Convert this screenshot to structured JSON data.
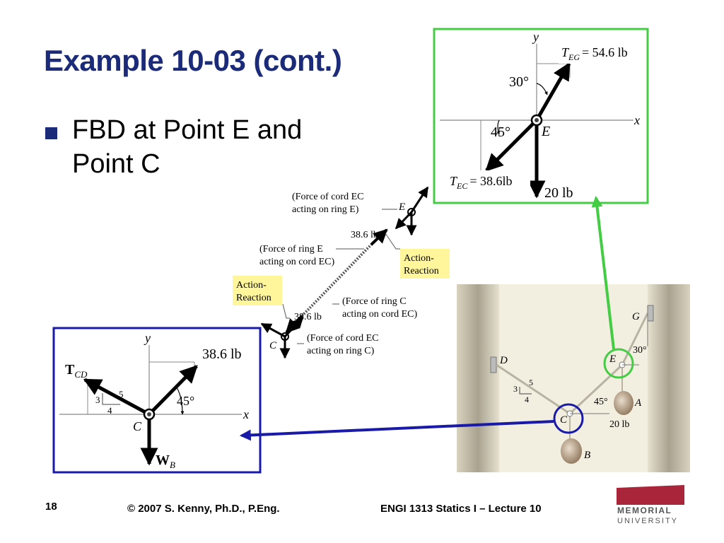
{
  "slide": {
    "title": "Example 10-03 (cont.)",
    "bullet_line1": "FBD at Point E and",
    "bullet_line2": "Point C"
  },
  "footer": {
    "page_number": "18",
    "copyright": "© 2007 S. Kenny, Ph.D., P.Eng.",
    "course": "ENGI 1313 Statics I – Lecture 10"
  },
  "logo": {
    "line1": "MEMORIAL",
    "line2": "UNIVERSITY"
  },
  "fbd_e": {
    "axis_y": "y",
    "axis_x": "x",
    "point": "E",
    "angle_top": "30°",
    "angle_left": "45°",
    "teg_symbol": "T",
    "teg_sub": "EG",
    "teg_value": "= 54.6 lb",
    "tec_symbol": "T",
    "tec_sub": "EC",
    "tec_value": "= 38.6lb",
    "weight": "20 lb"
  },
  "fbd_c": {
    "axis_y": "y",
    "axis_x": "x",
    "point": "C",
    "tcd_symbol": "T",
    "tcd_sub": "CD",
    "force_label": "38.6 lb",
    "angle": "45°",
    "slope_3": "3",
    "slope_4": "4",
    "slope_5": "5",
    "wb_symbol": "W",
    "wb_sub": "B"
  },
  "middle": {
    "cord_on_e_1": "(Force of cord EC",
    "cord_on_e_2": "acting on ring E)",
    "e_label": "E",
    "top_force": "38.6 lb",
    "ring_e_1": "(Force of ring E",
    "ring_e_2": "acting on cord EC)",
    "action_1": "Action-",
    "reaction_1": "Reaction",
    "action_2": "Action-",
    "reaction_2": "Reaction",
    "ring_c_1": "(Force of ring C",
    "ring_c_2": "acting on cord EC)",
    "bottom_force": "38.6 lb",
    "cord_on_c_1": "(Force of cord EC",
    "cord_on_c_2": "acting on ring C)",
    "c_label": "C"
  },
  "photo": {
    "d": "D",
    "g": "G",
    "e": "E",
    "a": "A",
    "b": "B",
    "c": "C",
    "angle_30": "30°",
    "angle_45": "45°",
    "slope_3": "3",
    "slope_4": "4",
    "slope_5": "5",
    "weight": "20 lb"
  },
  "colors": {
    "title": "#1c2a7a",
    "green_box": "#44cc44",
    "blue_box": "#1a1aa8",
    "highlight": "#fff59a",
    "logo_red": "#a8253a"
  }
}
